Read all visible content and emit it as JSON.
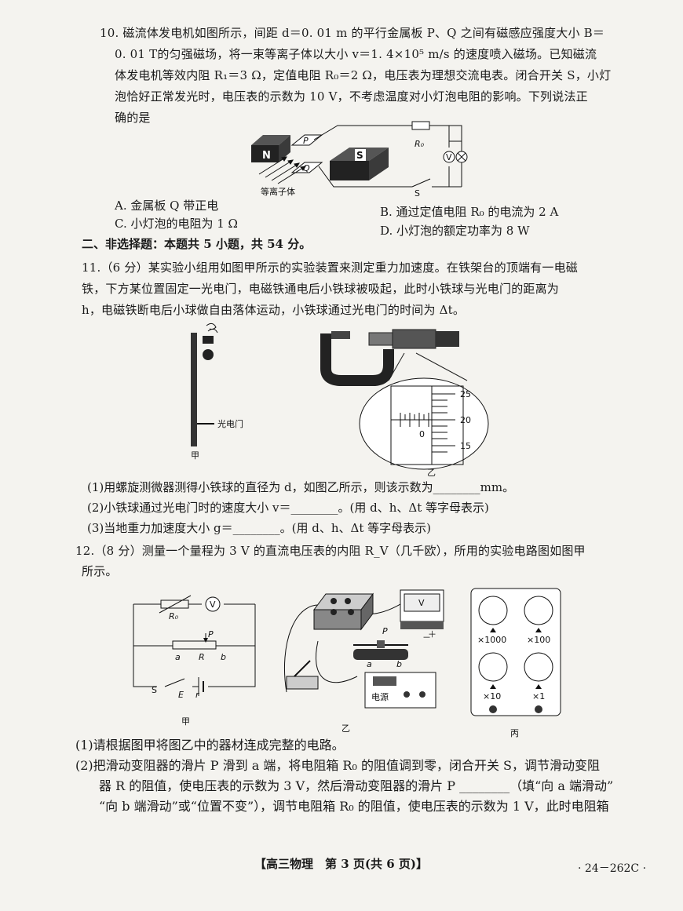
{
  "q10": {
    "lines": [
      "10. 磁流体发电机如图所示，间距 d＝0. 01 m 的平行金属板 P、Q 之间有磁感应强度大小 B＝",
      "0. 01 T的匀强磁场，将一束等离子体以大小 v＝1. 4×10⁵ m/s 的速度喷入磁场。已知磁流",
      "体发电机等效内阻 R₁＝3 Ω，定值电阻 R₀＝2 Ω，电压表为理想交流电表。闭合开关 S，小灯",
      "泡恰好正常发光时，电压表的示数为 10 V，不考虑温度对小灯泡电阻的影响。下列说法正",
      "确的是"
    ],
    "figure": {
      "N": "N",
      "S": "S",
      "P": "P",
      "Q": "Q",
      "plasma": "等离子体",
      "R0": "R₀",
      "V": "V",
      "switch": "S"
    },
    "options": {
      "A": "A. 金属板 Q 带正电",
      "B": "B. 通过定值电阻 R₀ 的电流为 2 A",
      "C": "C. 小灯泡的电阻为 1 Ω",
      "D": "D. 小灯泡的额定功率为 8 W"
    }
  },
  "section2": "二、非选择题：本题共 5 小题，共 54 分。",
  "q11": {
    "lines": [
      "11.（6 分）某实验小组用如图甲所示的实验装置来测定重力加速度。在铁架台的顶端有一电磁",
      "铁，下方某位置固定一光电门，电磁铁通电后小铁球被吸起，此时小铁球与光电门的距离为",
      "h，电磁铁断电后小球做自由落体运动，小铁球通过光电门的时间为 Δt。"
    ],
    "fig_jia": {
      "gate": "光电门",
      "caption": "甲"
    },
    "fig_yi": {
      "ticks": [
        "25",
        "20",
        "15"
      ],
      "zero": "0",
      "caption": "乙"
    },
    "sub": [
      "(1)用螺旋测微器测得小铁球的直径为 d，如图乙所示，则该示数为________mm。",
      "(2)小铁球通过光电门时的速度大小 v＝________。(用 d、h、Δt 等字母表示)",
      "(3)当地重力加速度大小 g＝________。(用 d、h、Δt 等字母表示)"
    ]
  },
  "q12": {
    "lines": [
      "12.（8 分）测量一个量程为 3 V 的直流电压表的内阻 R_V（几千欧），所用的实验电路图如图甲",
      "所示。"
    ],
    "fig_jia": {
      "R0": "R₀",
      "V": "V",
      "P": "P",
      "a": "a",
      "R": "R",
      "b": "b",
      "S": "S",
      "E": "E",
      "r": "r",
      "caption": "甲"
    },
    "fig_yi": {
      "P": "P",
      "a": "a",
      "b": "b",
      "V": "V",
      "minus": "－",
      "plus": "＋",
      "source": "电源",
      "caption": "乙"
    },
    "fig_bing": {
      "x1000": "×1000",
      "x100": "×100",
      "x10": "×10",
      "x1": "×1",
      "caption": "丙"
    },
    "sub": [
      "(1)请根据图甲将图乙中的器材连成完整的电路。",
      "(2)把滑动变阻器的滑片 P 滑到 a 端，将电阻箱 R₀ 的阻值调到零，闭合开关 S，调节滑动变阻",
      "器 R 的阻值，使电压表的示数为 3 V，然后滑动变阻器的滑片 P ________（填“向 a 端滑动”",
      "“向 b 端滑动”或“位置不变”），调节电阻箱 R₀ 的阻值，使电压表的示数为 1 V，此时电阻箱"
    ]
  },
  "footer": {
    "center": "【高三物理　第 3 页(共 6 页)】",
    "right": "· 24－262C ·"
  }
}
